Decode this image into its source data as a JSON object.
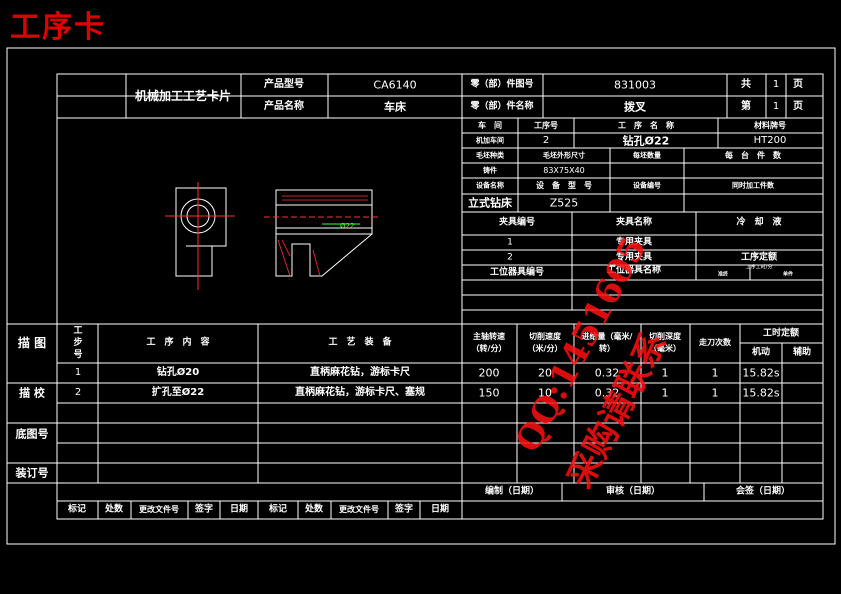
{
  "page_title": "工序卡",
  "header": {
    "card_title": "机械加工工艺卡片",
    "product_model_label": "产品型号",
    "product_model": "CA6140",
    "part_no_label": "零（部）件图号",
    "part_no": "831003",
    "total_label": "共",
    "total_value": "1",
    "page_label": "页",
    "product_name_label": "产品名称",
    "product_name": "车床",
    "part_name_label": "零（部）件名称",
    "part_name": "拨叉",
    "sheet_label": "第",
    "sheet_value": "1",
    "sheet_page_label": "页"
  },
  "info": {
    "workshop_label": "车　间",
    "op_no_label": "工序号",
    "op_name_label": "工　序　名　称",
    "material_label": "材料牌号",
    "workshop": "机加车间",
    "op_no": "2",
    "op_name": "钻孔Ø22",
    "material": "HT200",
    "blank_type_label": "毛坯种类",
    "blank_size_label": "毛坯外形尺寸",
    "blank_count_label": "每坯数量",
    "per_unit_label": "每　台　件　数",
    "blank_type": "铸件",
    "blank_size": "83X75X40",
    "equip_name_label": "设备名称",
    "equip_model_label": "设　备　型　号",
    "equip_no_label": "设备编号",
    "simul_label": "同时加工件数",
    "equip_name": "立式钻床",
    "equip_model": "Z525",
    "fixture_no_label": "夹具编号",
    "fixture_name_label": "夹具名称",
    "coolant_label": "冷　却　液",
    "fixture_rows": [
      {
        "no": "1",
        "name": "专用夹具"
      },
      {
        "no": "2",
        "name": "专用夹具"
      }
    ],
    "quota_label": "工序定额",
    "station_no_label": "工位器具编号",
    "station_name_label": "工位器具名称",
    "unit_time_label": "工序工时/分",
    "prep_label": "准终",
    "unit_label": "单件"
  },
  "steps_header": {
    "step_no": "工步号",
    "content": "工　序　内　容",
    "equipment": "工　艺　装　备",
    "speed": "主轴转速（转/分）",
    "cut_speed": "切削速度（米/分）",
    "feed": "进给量（毫米/转）",
    "depth": "切削深度（毫米）",
    "passes": "走刀次数",
    "quota": "工时定额",
    "machine": "机动",
    "aux": "辅助"
  },
  "steps": [
    {
      "no": "1",
      "content": "钻孔Ø20",
      "equipment": "直柄麻花钻，游标卡尺",
      "speed": "200",
      "cut": "20",
      "feed": "0.32",
      "depth": "1",
      "passes": "1",
      "machine": "15.82s"
    },
    {
      "no": "2",
      "content": "扩孔至Ø22",
      "equipment": "直柄麻花钻，游标卡尺、塞规",
      "speed": "150",
      "cut": "10",
      "feed": "0.32",
      "depth": "1",
      "passes": "1",
      "machine": "15.82s"
    }
  ],
  "left_labels": {
    "trace": "描 图",
    "check": "描 校",
    "base_no": "底图号",
    "bind_no": "装订号"
  },
  "footer": {
    "compiled": "编制（日期）",
    "review": "审核（日期）",
    "sign": "会签（日期）",
    "marks": [
      "标记",
      "处数",
      "更改文件号",
      "签字",
      "日期",
      "标记",
      "处数",
      "更改文件号",
      "签字",
      "日期"
    ]
  },
  "watermark": {
    "line1": "QQ:1451605",
    "line2": "采购请联系"
  },
  "drawing": {
    "dimension_text": "Ø22"
  }
}
